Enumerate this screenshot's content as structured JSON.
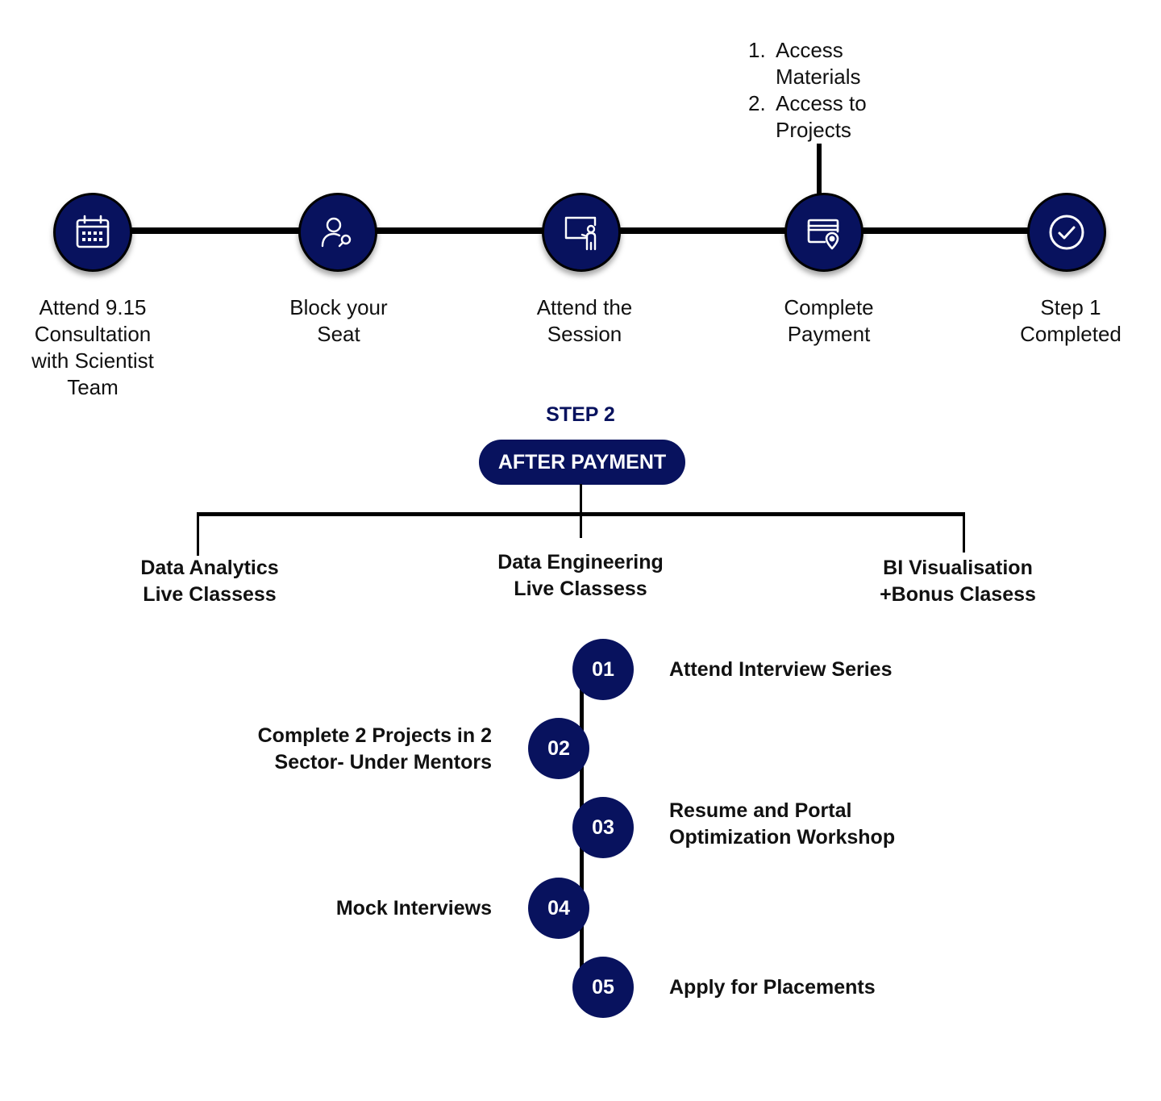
{
  "colors": {
    "navy": "#08125e",
    "line": "#000000",
    "text": "#111111"
  },
  "steps": [
    {
      "icon": "calendar-icon",
      "label": "Attend 9.15\nConsultation\nwith Scientist\nTeam"
    },
    {
      "icon": "user-search-icon",
      "label": "Block your\nSeat"
    },
    {
      "icon": "presentation-icon",
      "label": "Attend the\nSession"
    },
    {
      "icon": "payment-card-icon",
      "label": "Complete\nPayment"
    },
    {
      "icon": "check-circle-icon",
      "label": "Step 1\nCompleted"
    }
  ],
  "payment_benefits": [
    {
      "num": "1.",
      "text": "Access\nMaterials"
    },
    {
      "num": "2.",
      "text": "Access to\nProjects"
    }
  ],
  "step2": {
    "title": "STEP 2",
    "pill": "AFTER PAYMENT",
    "branches": [
      "Data Analytics\nLive Classess",
      "Data Engineering\nLive Classess",
      "BI Visualisation\n+Bonus Clasess"
    ]
  },
  "timeline": [
    {
      "num": "01",
      "label": "Attend Interview Series",
      "side": "right"
    },
    {
      "num": "02",
      "label": "Complete 2 Projects in 2\nSector- Under Mentors",
      "side": "left"
    },
    {
      "num": "03",
      "label": "Resume and Portal\nOptimization Workshop",
      "side": "right"
    },
    {
      "num": "04",
      "label": "Mock Interviews",
      "side": "left"
    },
    {
      "num": "05",
      "label": "Apply for Placements",
      "side": "right"
    }
  ]
}
